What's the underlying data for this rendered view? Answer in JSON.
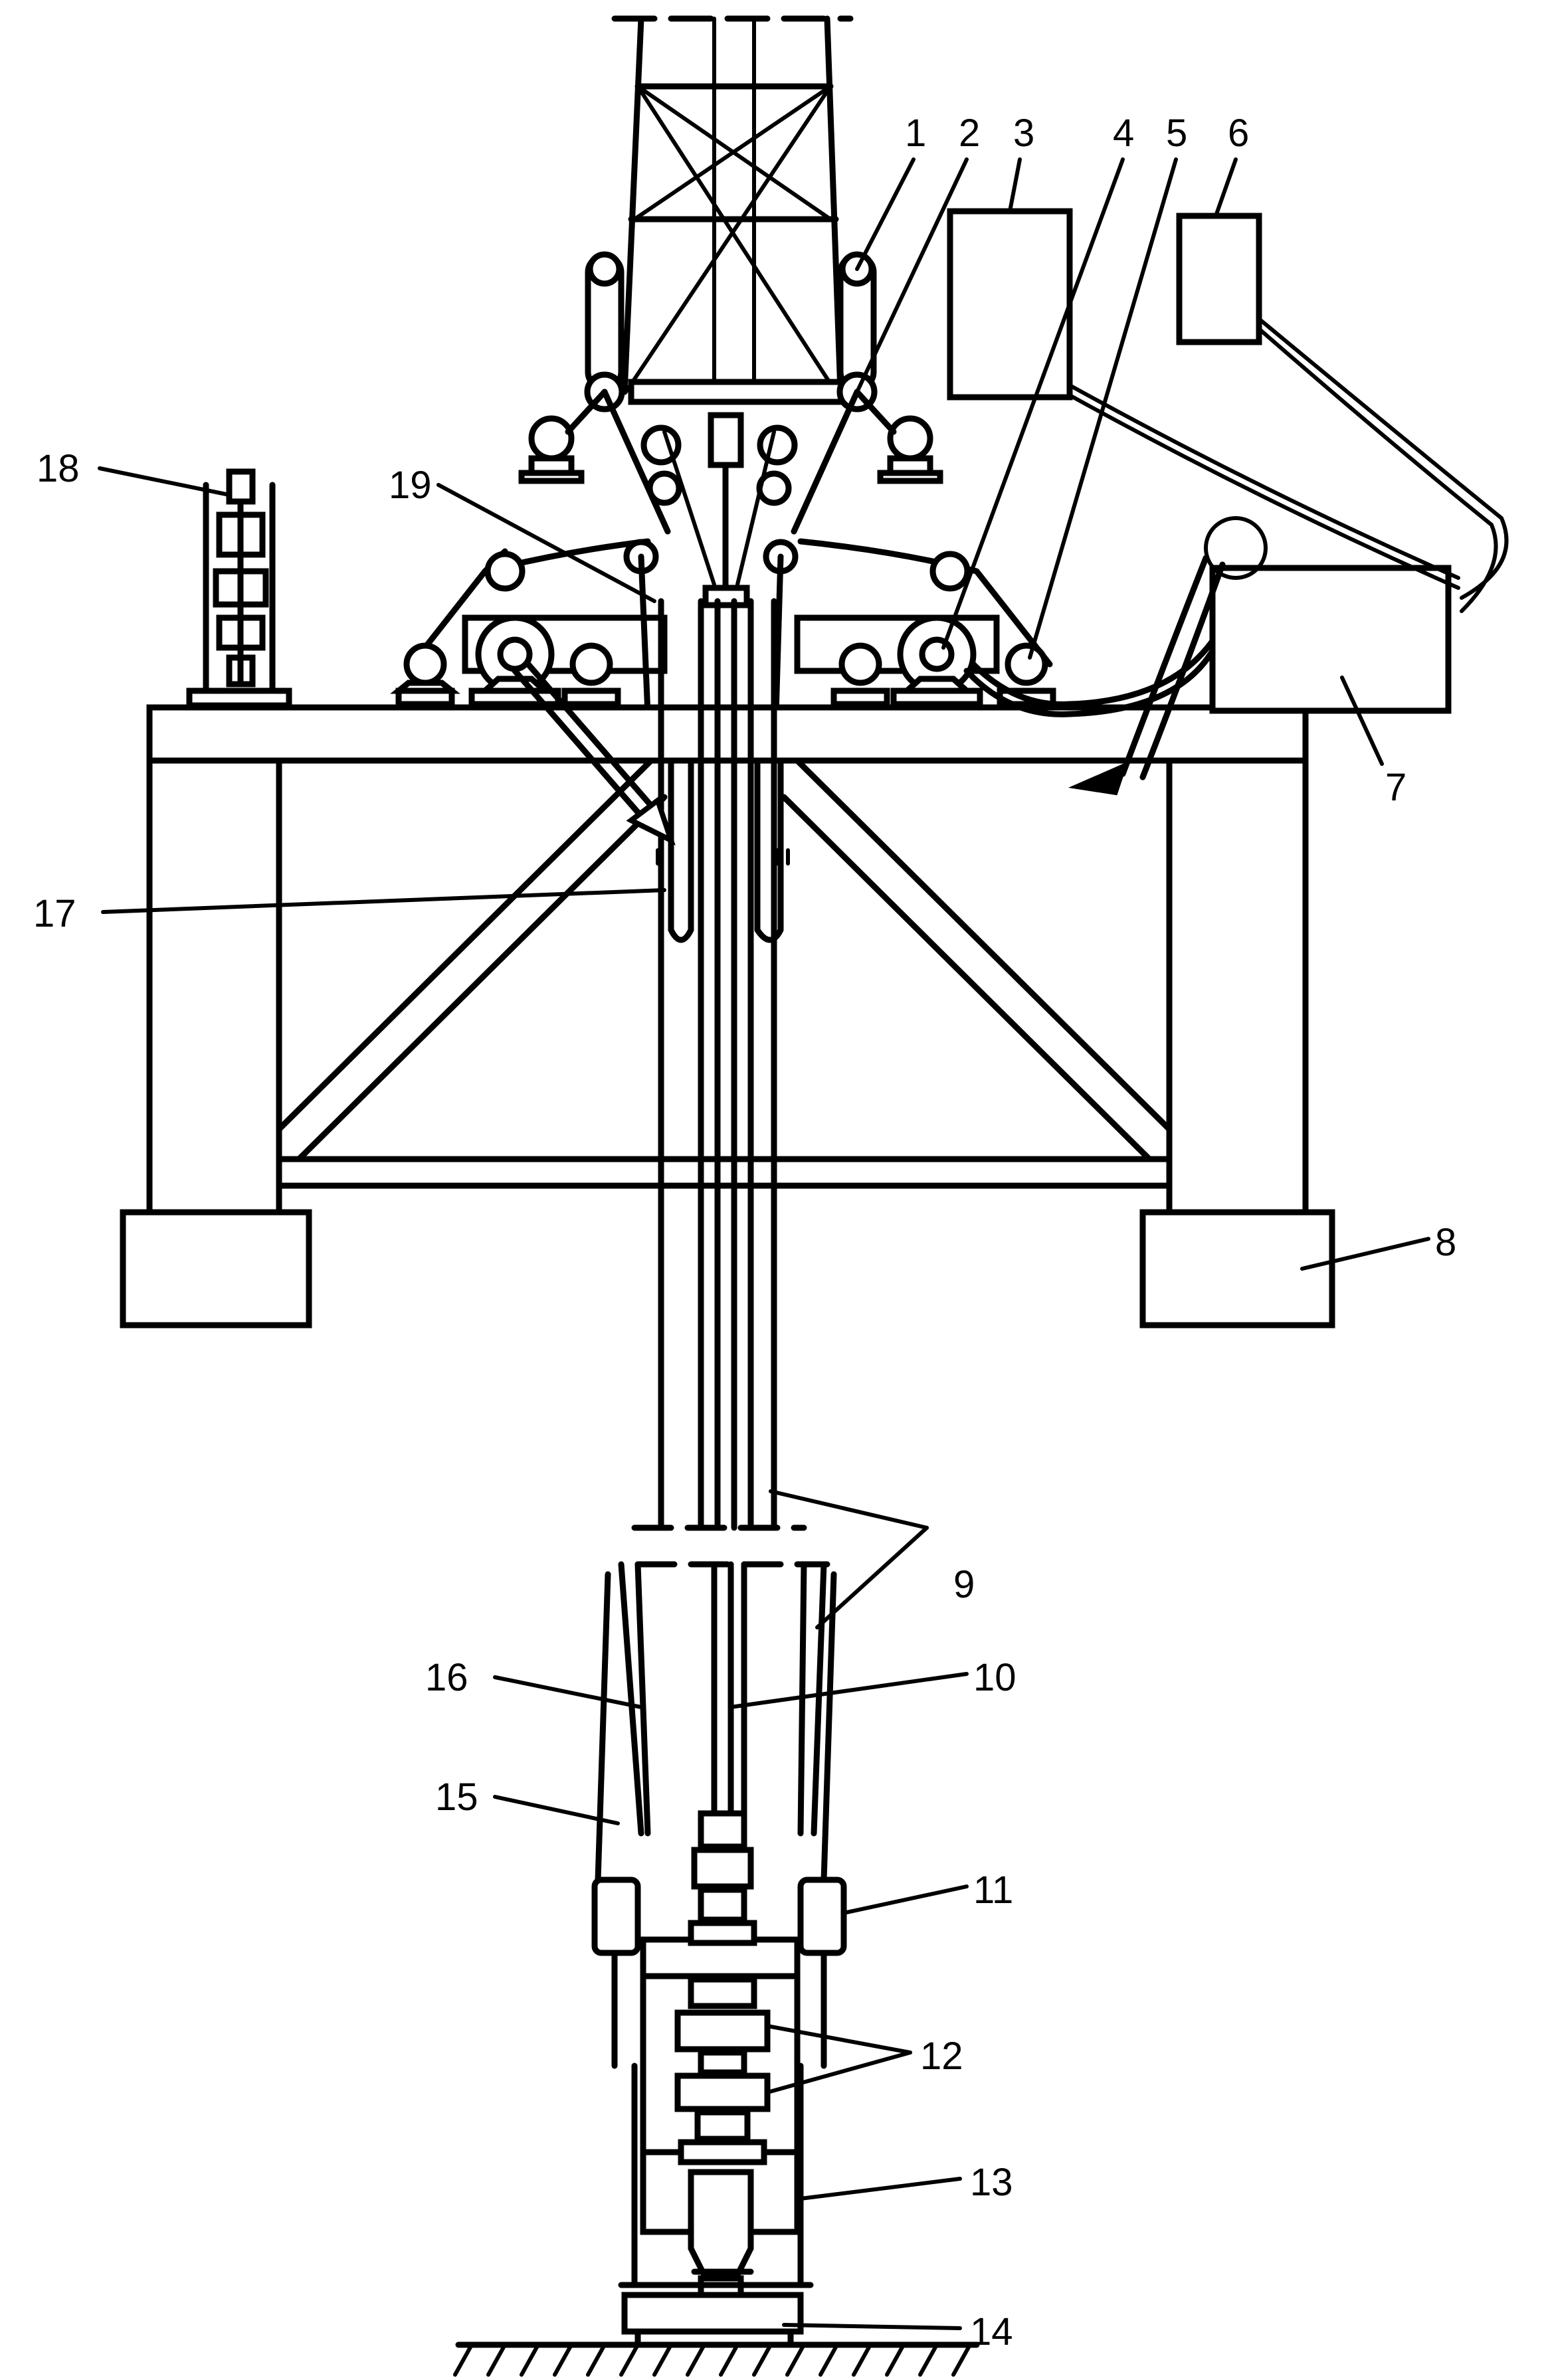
{
  "figure": {
    "labels": [
      {
        "id": "1",
        "text": "1"
      },
      {
        "id": "2",
        "text": "2"
      },
      {
        "id": "3",
        "text": "3"
      },
      {
        "id": "4",
        "text": "4"
      },
      {
        "id": "5",
        "text": "5"
      },
      {
        "id": "6",
        "text": "6"
      },
      {
        "id": "7",
        "text": "7"
      },
      {
        "id": "8",
        "text": "8"
      },
      {
        "id": "9",
        "text": "9"
      },
      {
        "id": "10",
        "text": "10"
      },
      {
        "id": "11",
        "text": "11"
      },
      {
        "id": "12",
        "text": "12"
      },
      {
        "id": "13",
        "text": "13"
      },
      {
        "id": "14",
        "text": "14"
      },
      {
        "id": "15",
        "text": "15"
      },
      {
        "id": "16",
        "text": "16"
      },
      {
        "id": "17",
        "text": "17"
      },
      {
        "id": "18",
        "text": "18"
      },
      {
        "id": "19",
        "text": "19"
      }
    ]
  }
}
